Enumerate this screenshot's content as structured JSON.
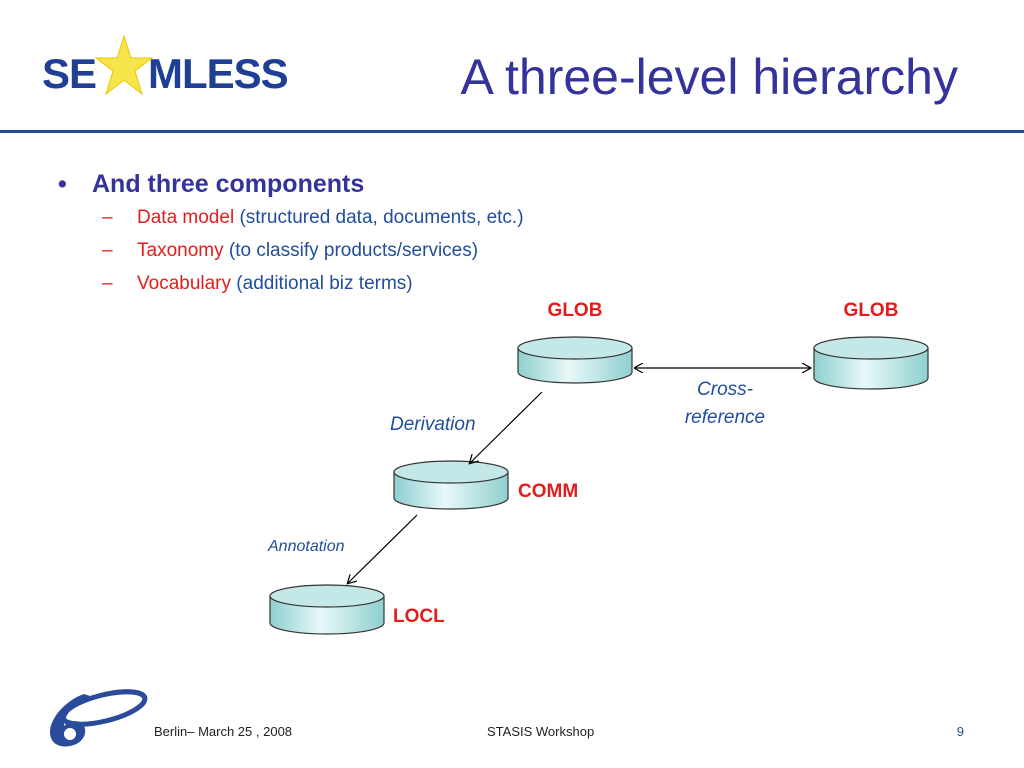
{
  "slide": {
    "title": "A three-level hierarchy",
    "logo_text_left": "SE",
    "logo_text_right": "MLESS"
  },
  "bullets": {
    "main": {
      "marker": "•",
      "text": "And three components"
    },
    "items": [
      {
        "marker": "–",
        "term": "Data model",
        "desc": " (structured data, documents, etc.)"
      },
      {
        "marker": "–",
        "term": "Taxonomy",
        "desc": " (to classify products/services)"
      },
      {
        "marker": "–",
        "term": "Vocabulary",
        "desc": " (additional biz terms)"
      }
    ]
  },
  "diagram": {
    "nodes": {
      "glob_left": "GLOB",
      "glob_right": "GLOB",
      "comm": "COMM",
      "locl": "LOCL"
    },
    "edges": {
      "cross_reference_line1": "Cross-",
      "cross_reference_line2": "reference",
      "derivation": "Derivation",
      "annotation": "Annotation"
    }
  },
  "footer": {
    "left": "Berlin– March 25 , 2008",
    "center": "STASIS Workshop",
    "page": "9"
  },
  "colors": {
    "title": "#333399",
    "term_red": "#e31c1c",
    "desc_blue": "#1f4e9c",
    "node_label_red": "#e31c1c",
    "cylinder_fill": "#b7e3e3",
    "rule_blue": "#2a4b9b"
  }
}
